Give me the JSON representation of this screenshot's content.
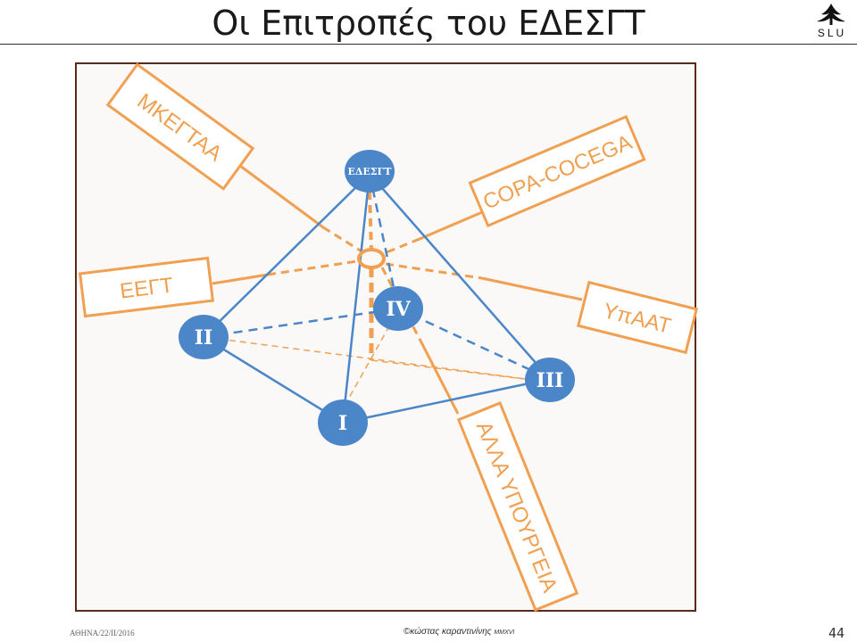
{
  "title": "Οι Επιτροπές του ΕΔΕΣΓΤ",
  "logo": {
    "text": "SLU",
    "icon": "slu-tree-logo-icon"
  },
  "nodes": {
    "top": "ΕΔΕΣΓΤ",
    "i": "I",
    "ii": "II",
    "iii": "III",
    "iv": "IV"
  },
  "boxes": {
    "mkegtaa": "ΜΚΕΓΤΑΑ",
    "copa": "COPA-COCEGA",
    "eegt": "ΕΕΓΤ",
    "ypaat": "ΥπΑΑΤ",
    "alla": "ΑΛΛΑ ΥΠΟΥΡΓΕΙΑ"
  },
  "colors": {
    "blue": "#4a86c8",
    "orange": "#f0a050",
    "frame": "#5a2a1c"
  },
  "footer": {
    "date": "ΑΘΗΝΑ/22/II/2016",
    "copyright": "©κώστας καραντινίνης",
    "copyright_suffix": "MMXVI",
    "page": "44"
  }
}
